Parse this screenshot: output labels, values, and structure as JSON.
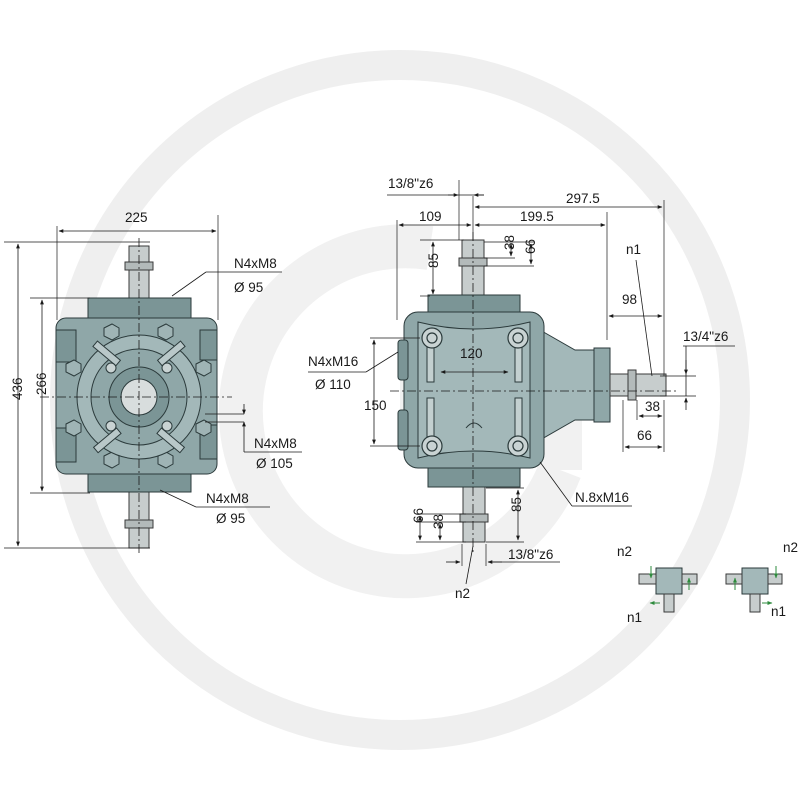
{
  "watermark": {
    "shape": "ring-logo",
    "color": "#efefef"
  },
  "colors": {
    "housing": "#8fa7a8",
    "shaft": "#c7cdcd",
    "arrow": "#2e8b3d"
  },
  "front_view": {
    "width_dim": "225",
    "height_overall": "436",
    "height_body": "266",
    "top_flange": {
      "bolts": "N4xM8",
      "diameter": "Ø 95"
    },
    "side_flange": {
      "bolts": "N4xM8",
      "diameter": "Ø 105"
    },
    "bottom_flange": {
      "bolts": "N4xM8",
      "diameter": "Ø 95"
    }
  },
  "side_view": {
    "shaft_top_spec": "13/8\"z6",
    "dim_109": "109",
    "dim_199_5": "199.5",
    "dim_297_5": "297.5",
    "dim_85_top": "85",
    "dim_38_top": "38",
    "dim_66_top": "66",
    "n1_label": "n1",
    "dim_98": "98",
    "shaft_right_spec": "13/4\"z6",
    "dim_38_right": "38",
    "dim_66_right": "66",
    "left_flange": {
      "bolts": "N4xM16",
      "diameter": "Ø 110"
    },
    "dim_120": "120",
    "dim_150": "150",
    "bottom_flange_bolts": "N.8xM16",
    "dim_66_bottom": "66",
    "dim_38_bottom": "38",
    "dim_85_bottom": "85",
    "shaft_bottom_spec": "13/8\"z6",
    "n2_label": "n2"
  },
  "rotation_diagrams": [
    {
      "top": "n2",
      "bottom": "n1"
    },
    {
      "top": "n2",
      "bottom": "n1"
    }
  ]
}
